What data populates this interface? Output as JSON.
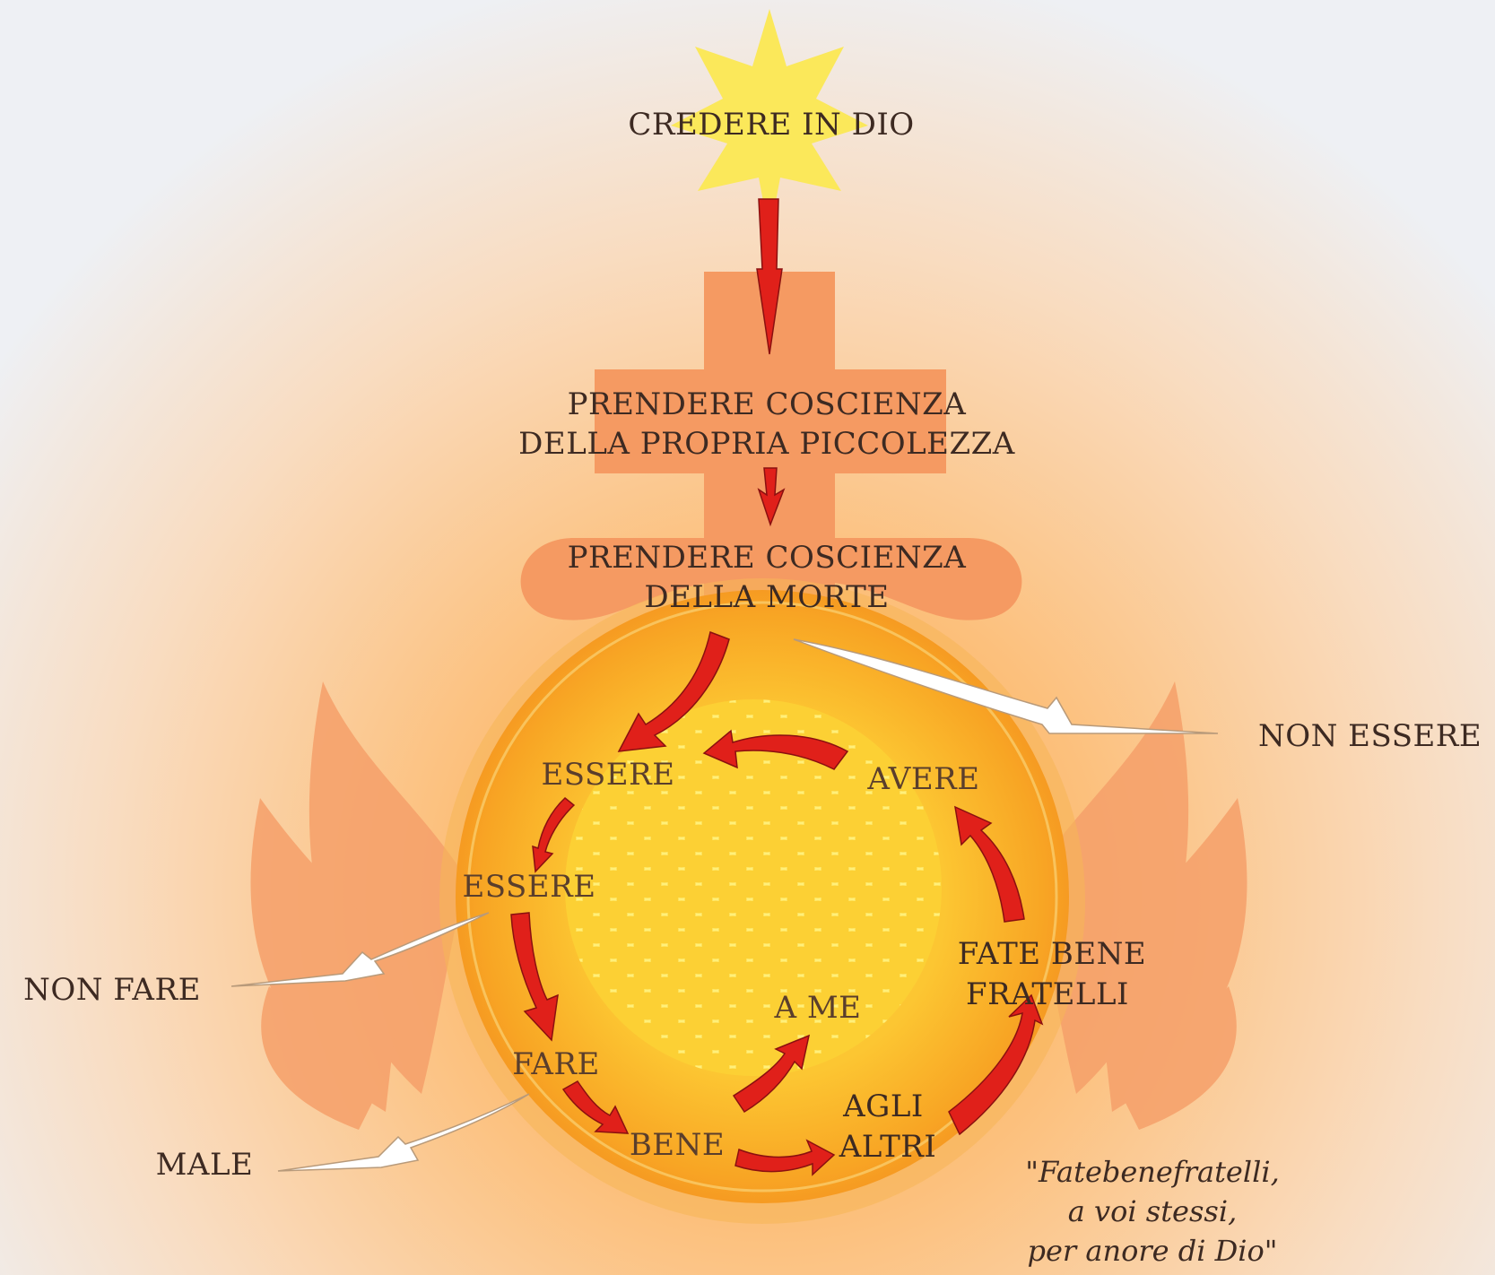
{
  "labels": {
    "credere": "CREDERE IN DIO",
    "prendere1_line1": "PRENDERE COSCIENZA",
    "prendere1_line2": "DELLA PROPRIA PICCOLEZZA",
    "prendere2_line1": "PRENDERE COSCIENZA",
    "prendere2_line2": "DELLA MORTE",
    "non_essere": "NON ESSERE",
    "essere_top": "ESSERE",
    "avere": "AVERE",
    "essere_mid": "ESSERE",
    "non_fare": "NON FARE",
    "fate_bene_line1": "FATE BENE",
    "fate_bene_line2": "FRATELLI",
    "a_me": "A ME",
    "fare": "FARE",
    "agli": "AGLI",
    "altri": "ALTRI",
    "male": "MALE",
    "bene": "BENE"
  },
  "quote": {
    "line1": "\"Fatebenefratelli,",
    "line2": "a voi stessi,",
    "line3": "per anore di Dio\""
  },
  "colors": {
    "background_center": "#fcb55a",
    "background_edge": "#eef0f4",
    "emblem": "#f59a62",
    "sun": "#fbe85a",
    "orb_outer": "#f7a52a",
    "orb_inner": "#fdd338",
    "honeycomb": "#fff07a",
    "arrow_red": "#e0201a",
    "arrow_white": "#ffffff",
    "text": "#3d2a22"
  }
}
